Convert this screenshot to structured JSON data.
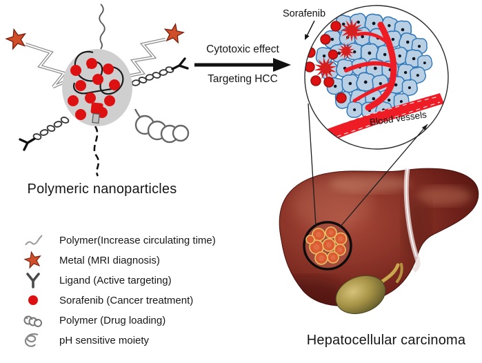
{
  "figure": {
    "nanoparticle_caption": "Polymeric nanoparticles",
    "liver_caption": "Hepatocellular carcinoma"
  },
  "arrow": {
    "top_label": "Cytotoxic effect",
    "bottom_label": "Targeting HCC"
  },
  "inset": {
    "sorafenib_label": "Sorafenib",
    "vessels_label": "Blood vessels"
  },
  "legend": {
    "items": [
      {
        "icon": "polymer-squiggle-icon",
        "label": "Polymer(Increase circulating time)"
      },
      {
        "icon": "metal-star-icon",
        "label": "Metal (MRI diagnosis)"
      },
      {
        "icon": "ligand-y-icon",
        "label": "Ligand (Active targeting)"
      },
      {
        "icon": "sorafenib-dot-icon",
        "label": "Sorafenib (Cancer treatment)"
      },
      {
        "icon": "polymer-coil-icon",
        "label": "Polymer (Drug loading)"
      },
      {
        "icon": "ph-moiety-icon",
        "label": "pH sensitive moiety"
      }
    ]
  },
  "colors": {
    "sorafenib_red": "#dd1111",
    "vessel_red": "#ee1c25",
    "metal_star_orange": "#cf4f2a",
    "nanoparticle_gray": "#cfcfcf",
    "cell_fill": "#b9cfe3",
    "cell_border": "#2f77b8",
    "liver_dark": "#6d2019",
    "liver_mid": "#8c3529",
    "gallbladder_olive": "#a89447",
    "text": "#151515"
  }
}
